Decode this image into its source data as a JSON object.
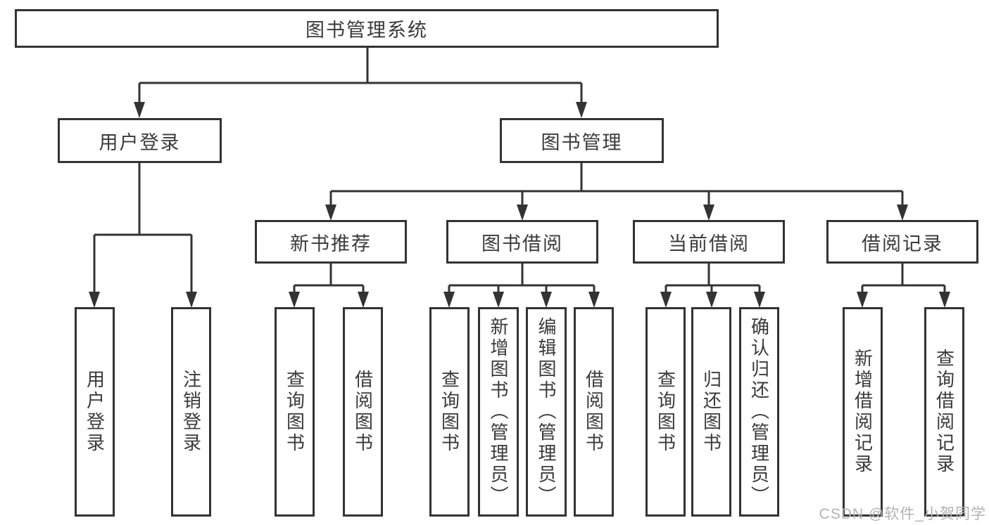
{
  "tree": {
    "root": {
      "label": "图书管理系统"
    },
    "children": [
      {
        "label": "用户登录",
        "children": [
          {
            "label": "用户登录"
          },
          {
            "label": "注销登录"
          }
        ]
      },
      {
        "label": "图书管理",
        "children": [
          {
            "label": "新书推荐",
            "children": [
              {
                "label": "查询图书"
              },
              {
                "label": "借阅图书"
              }
            ]
          },
          {
            "label": "图书借阅",
            "children": [
              {
                "label": "查询图书"
              },
              {
                "label": "新增图书（管理员）"
              },
              {
                "label": "编辑图书（管理员）"
              },
              {
                "label": "借阅图书"
              }
            ]
          },
          {
            "label": "当前借阅",
            "children": [
              {
                "label": "查询图书"
              },
              {
                "label": "归还图书"
              },
              {
                "label": "确认归还（管理员）"
              }
            ]
          },
          {
            "label": "借阅记录",
            "children": [
              {
                "label": "新增借阅记录"
              },
              {
                "label": "查询借阅记录"
              }
            ]
          }
        ]
      }
    ]
  },
  "watermark": {
    "text": "CSDN @软件_小贺同学"
  },
  "colors": {
    "line": "#333333",
    "text": "#3a3a3a",
    "background": "#ffffff",
    "watermark": "#b2b2b2"
  }
}
